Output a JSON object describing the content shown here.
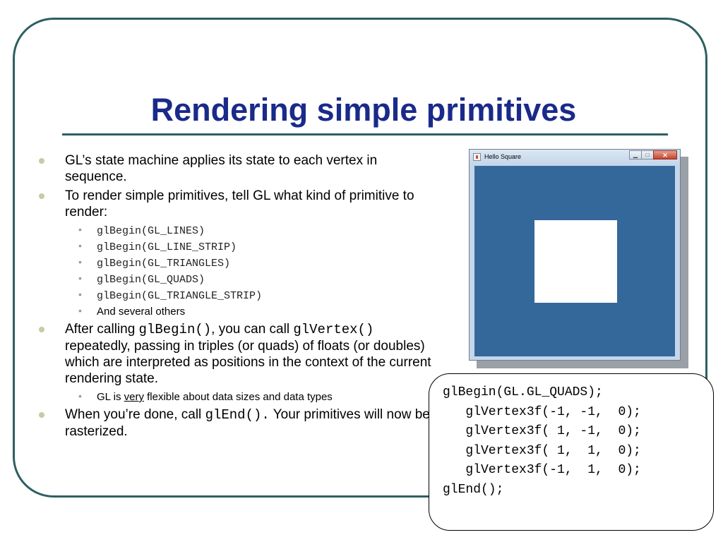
{
  "slide": {
    "title": "Rendering simple primitives",
    "bullets": [
      {
        "text": "GL’s state machine applies its state to each vertex in sequence."
      },
      {
        "text": "To render simple primitives, tell GL what kind of primitive to render:"
      }
    ],
    "sub_bullets": [
      "glBegin(GL_LINES)",
      "glBegin(GL_LINE_STRIP)",
      "glBegin(GL_TRIANGLES)",
      "glBegin(GL_QUADS)",
      "glBegin(GL_TRIANGLE_STRIP)"
    ],
    "sub_bullet_others": "And several others",
    "bullet3": {
      "pre": "After calling ",
      "code1": "glBegin()",
      "mid1": ", you can call ",
      "code2": "glVertex()",
      "post": " repeatedly, passing in triples (or quads) of floats (or doubles) which are interpreted as positions in the context of the current rendering state."
    },
    "bullet3_sub": {
      "pre": "GL is ",
      "underlined": "very",
      "post": " flexible about data sizes and data types"
    },
    "bullet4": {
      "pre": "When you’re done, call ",
      "code": "glEnd().",
      "post": "  Your primitives will now be rasterized."
    }
  },
  "window": {
    "title": "Hello Square",
    "minimize_glyph": "▁",
    "maximize_glyph": "□",
    "close_glyph": "✕",
    "canvas_color": "#35689a",
    "square_color": "#ffffff"
  },
  "code_lines": [
    "glBegin(GL.GL_QUADS);",
    "   glVertex3f(-1, -1,  0);",
    "   glVertex3f( 1, -1,  0);",
    "   glVertex3f( 1,  1,  0);",
    "   glVertex3f(-1,  1,  0);",
    "glEnd();"
  ],
  "colors": {
    "title": "#1a2a8a",
    "frame": "#2e5f61",
    "bullet_dot": "#c9c9a6"
  }
}
